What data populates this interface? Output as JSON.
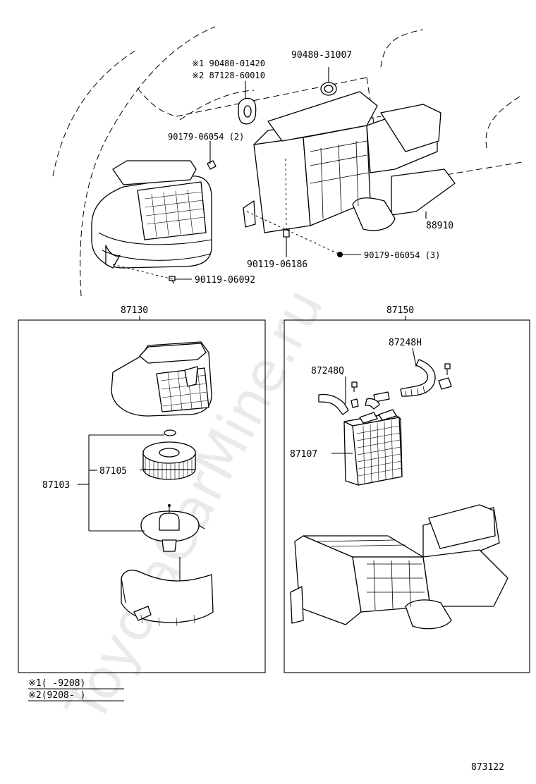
{
  "watermark": "ToyotaCarMine.ru",
  "top_labels": {
    "note1_part": "※1 90480-01420",
    "note2_part": "※2 87128-60010",
    "grommet": "90480-31007",
    "nut_upper": "90179-06054 (2)",
    "duct": "88910",
    "bolt_center": "90119-06186",
    "nut_right": "90179-06054 (3)",
    "bolt_lower": "90119-06092"
  },
  "left_box": {
    "title": "87130",
    "motor_assy": "87103",
    "fan": "87105"
  },
  "right_box": {
    "title": "87150",
    "hose_h": "87248H",
    "hose_q": "87248Q",
    "core": "87107"
  },
  "legend": {
    "row1": "※1(      -9208)",
    "row2": "※2(9208-      )"
  },
  "figure_number": "873122"
}
